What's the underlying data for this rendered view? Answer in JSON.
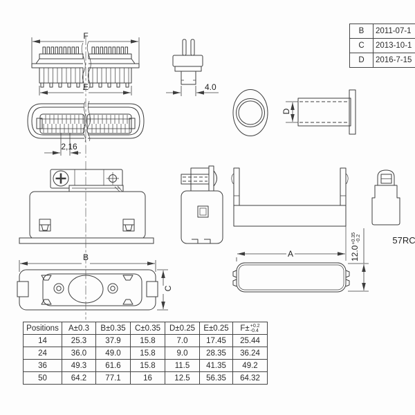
{
  "drawing": {
    "dim_f": "F",
    "dim_e": "E",
    "pitch": "2,16",
    "stem_width": "4.0",
    "dim_d": "D",
    "dim_a": "A",
    "dim_b": "B",
    "dim_c": "C",
    "hood_height": "12.0",
    "hood_height_tol_plus": "+0.35",
    "hood_height_tol_minus": "-0.2",
    "series": "57RC"
  },
  "revision_table": {
    "rows": [
      {
        "rev": "B",
        "date": "2011-07-1"
      },
      {
        "rev": "C",
        "date": "2013-10-1"
      },
      {
        "rev": "D",
        "date": "2016-7-15"
      }
    ]
  },
  "positions_table": {
    "col_positions": "Positions",
    "col_a": "A±0.3",
    "col_b": "B±0.35",
    "col_c": "C±0.35",
    "col_d": "D±0.25",
    "col_e": "E±0.25",
    "col_f": "F±",
    "col_f_tol_plus": "+0.2",
    "col_f_tol_minus": "-0.4",
    "rows": [
      {
        "positions": "14",
        "a": "25.3",
        "b": "37.9",
        "c": "15.8",
        "d": "7.0",
        "e": "17.45",
        "f": "25.44"
      },
      {
        "positions": "24",
        "a": "36.0",
        "b": "49.0",
        "c": "15.8",
        "d": "9.0",
        "e": "28.35",
        "f": "36.24"
      },
      {
        "positions": "36",
        "a": "49.3",
        "b": "61.6",
        "c": "15.8",
        "d": "11.5",
        "e": "41.35",
        "f": "49.2"
      },
      {
        "positions": "50",
        "a": "64.2",
        "b": "77.1",
        "c": "16",
        "d": "12.5",
        "e": "56.35",
        "f": "64.32"
      }
    ]
  }
}
